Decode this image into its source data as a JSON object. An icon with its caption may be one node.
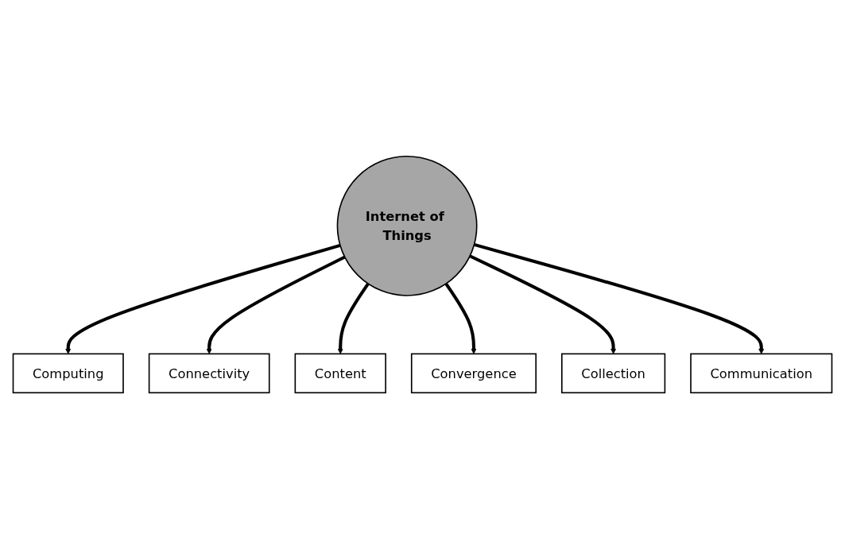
{
  "diagram": {
    "nodes": [
      {
        "text": [
          "Internet of Things"
        ]
      },
      {
        "text": [
          "Computing"
        ]
      },
      {
        "text": [
          "Connectivity"
        ]
      },
      {
        "text": [
          "Content"
        ]
      },
      {
        "text": [
          "Convergence"
        ]
      },
      {
        "text": [
          "Collection"
        ]
      },
      {
        "text": [
          "Communication"
        ]
      }
    ],
    "edges": [
      {
        "from": 0,
        "to": 1,
        "arrow": "to"
      },
      {
        "from": 0,
        "to": 2,
        "arrow": "to"
      },
      {
        "from": 0,
        "to": 3,
        "arrow": "to"
      },
      {
        "from": 0,
        "to": 4,
        "arrow": "to"
      },
      {
        "from": 0,
        "to": 5,
        "arrow": "to"
      },
      {
        "from": 0,
        "to": 6,
        "arrow": "to"
      }
    ]
  }
}
